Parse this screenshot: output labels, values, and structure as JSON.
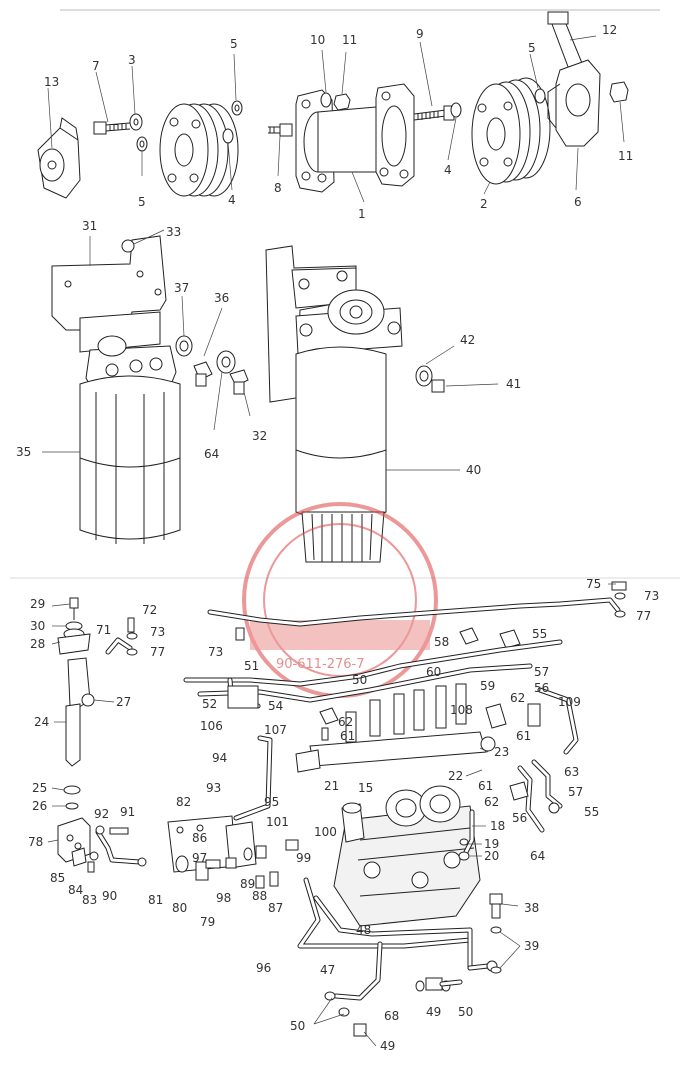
{
  "diagram": {
    "labels": [
      "1",
      "2",
      "3",
      "4",
      "4",
      "5",
      "5",
      "5",
      "6",
      "7",
      "8",
      "9",
      "10",
      "11",
      "11",
      "12",
      "13",
      "31",
      "33",
      "35",
      "36",
      "37",
      "32",
      "64",
      "40",
      "41",
      "42",
      "29",
      "30",
      "28",
      "71",
      "72",
      "73",
      "77",
      "27",
      "24",
      "25",
      "26",
      "75",
      "73",
      "77",
      "58",
      "55",
      "57",
      "56",
      "61",
      "62",
      "59",
      "60",
      "108",
      "109",
      "73",
      "52",
      "54",
      "106",
      "107",
      "51",
      "50",
      "62",
      "61",
      "23",
      "22",
      "21",
      "15",
      "94",
      "93",
      "95",
      "82",
      "86",
      "101",
      "100",
      "99",
      "97",
      "98",
      "89",
      "88",
      "87",
      "81",
      "80",
      "79",
      "78",
      "92",
      "91",
      "85",
      "84",
      "83",
      "90",
      "18",
      "19",
      "20",
      "62",
      "63",
      "61",
      "57",
      "55",
      "56",
      "64",
      "38",
      "39",
      "48",
      "47",
      "96",
      "68",
      "50",
      "50",
      "49",
      "49"
    ],
    "watermark": "90-611-276-7"
  }
}
